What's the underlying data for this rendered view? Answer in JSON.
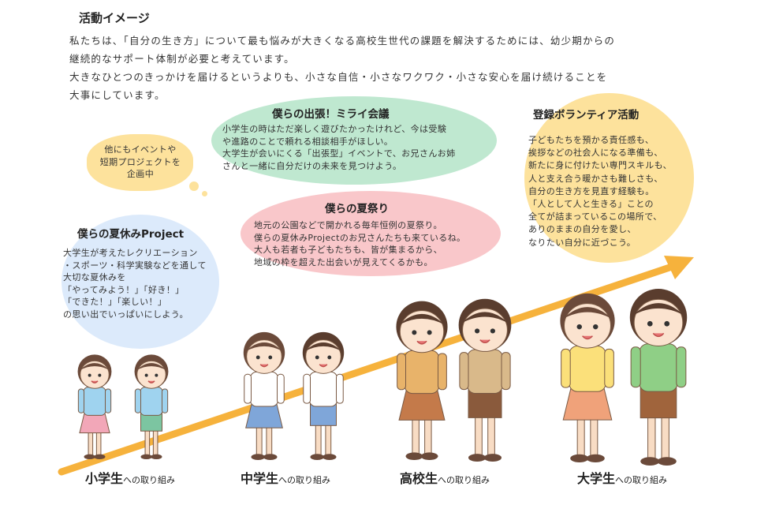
{
  "title": "活動イメージ",
  "intro": [
    "私たちは、「自分の生き方」について最も悩みが大きくなる高校生世代の課題を解決するためには、幼少期からの",
    "継続的なサポート体制が必要と考えています。",
    "大きなひとつのきっかけを届けるというよりも、小さな自信・小さなワクワク・小さな安心を届け続けることを",
    "大事にしています。"
  ],
  "mirai": {
    "title": "僕らの出張！ミライ会議",
    "lines": [
      "小学生の時はただ楽しく遊びたかったけれど、今は受験",
      "や進路のことで頼れる相談相手がほしい。",
      "大学生が会いにくる「出張型」イベントで、お兄さんお姉",
      "さんと一緒に自分だけの未来を見つけよう。"
    ],
    "color": "#bfe8d0"
  },
  "matsuri": {
    "title": "僕らの夏祭り",
    "lines": [
      "地元の公園などで開かれる毎年恒例の夏祭り。",
      "僕らの夏休みProjectのお兄さんたちも来ているね。",
      "大人も若者も子どもたちも、皆が集まるから、",
      "地域の枠を超えた出会いが見えてくるかも。"
    ],
    "color": "#f9c7ca"
  },
  "volunteer": {
    "title": "登録ボランティア活動",
    "lines": [
      "子どもたちを預かる責任感も、",
      "挨拶などの社会人になる準備も、",
      "新たに身に付けたい専門スキルも、",
      "人と支え合う暖かさも難しさも、",
      "自分の生き方を見直す経験も。",
      "「人として人と生きる」ことの",
      "全てが詰まっているこの場所で、",
      "ありのままの自分を愛し、",
      "なりたい自分に近づこう。"
    ],
    "color": "#fde29c"
  },
  "summer": {
    "title": "僕らの夏休みProject",
    "lines": [
      "大学生が考えたレクリエーション",
      "・スポーツ・科学実験などを通して",
      "大切な夏休みを",
      "「やってみよう！」「好き！」",
      "「できた！」「楽しい！」",
      "の思い出でいっぱいにしよう。"
    ],
    "color": "#dceafb"
  },
  "cloud": {
    "lines": [
      "他にもイベントや",
      "短期プロジェクトを",
      "企画中"
    ],
    "color": "#fde29c"
  },
  "arrow_color": "#f6b23c",
  "stages": [
    {
      "name": "小学生",
      "suffix": "への取り組み"
    },
    {
      "name": "中学生",
      "suffix": "への取り組み"
    },
    {
      "name": "高校生",
      "suffix": "への取り組み"
    },
    {
      "name": "大学生",
      "suffix": "への取り組み"
    }
  ]
}
